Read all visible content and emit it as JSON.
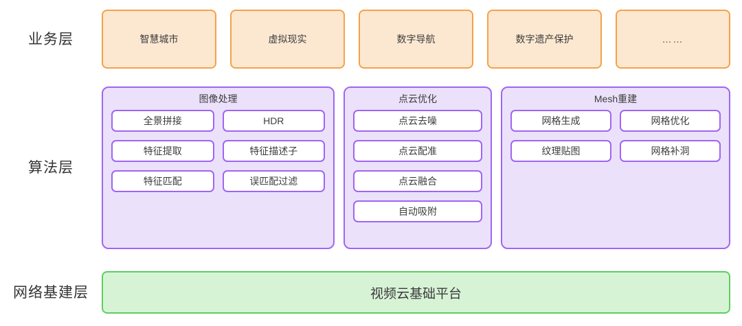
{
  "colors": {
    "business_border": "#F3A149",
    "business_fill": "#FCE8D1",
    "algorithm_border": "#A065F2",
    "algorithm_fill": "#EBE1FB",
    "pill_fill": "#FFFFFF",
    "network_border": "#5FCD5F",
    "network_fill": "#D7F3D6",
    "text": "#3D3D3D",
    "background": "#FFFFFF"
  },
  "layers": {
    "business": {
      "label": "业务层",
      "cards": [
        {
          "label": "智慧城市"
        },
        {
          "label": "虚拟现实"
        },
        {
          "label": "数字导航"
        },
        {
          "label": "数字遗产保护"
        },
        {
          "label": "……"
        }
      ]
    },
    "algorithm": {
      "label": "算法层",
      "groups": [
        {
          "title": "图像处理",
          "columns": 2,
          "items": [
            {
              "label": "全景拼接"
            },
            {
              "label": "HDR"
            },
            {
              "label": "特征提取"
            },
            {
              "label": "特征描述子"
            },
            {
              "label": "特征匹配"
            },
            {
              "label": "误匹配过滤"
            }
          ]
        },
        {
          "title": "点云优化",
          "columns": 1,
          "items": [
            {
              "label": "点云去噪"
            },
            {
              "label": "点云配准"
            },
            {
              "label": "点云融合"
            },
            {
              "label": "自动吸附"
            }
          ]
        },
        {
          "title": "Mesh重建",
          "columns": 2,
          "items": [
            {
              "label": "网格生成"
            },
            {
              "label": "网格优化"
            },
            {
              "label": "纹理贴图"
            },
            {
              "label": "网格补洞"
            }
          ]
        }
      ]
    },
    "network": {
      "label": "网络基建层",
      "card": {
        "label": "视频云基础平台"
      }
    }
  }
}
